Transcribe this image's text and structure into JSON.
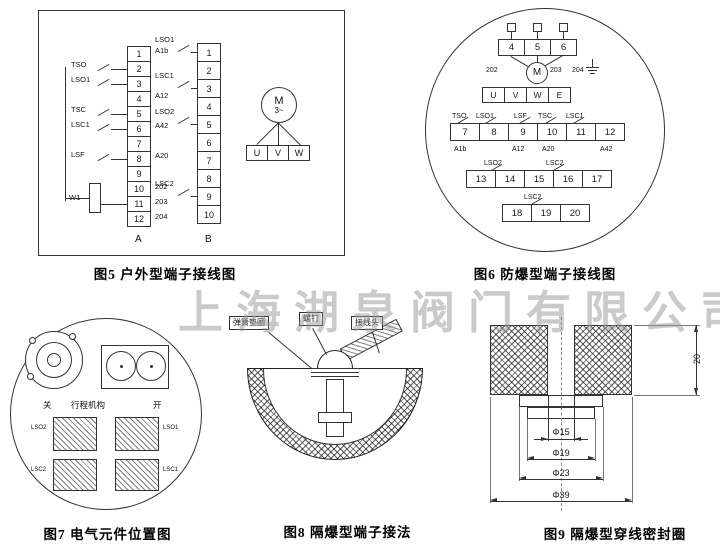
{
  "watermark": "上海湖泉阀门有限公司",
  "fig5": {
    "caption": "图5  户外型端子接线图",
    "colA_terminals": [
      "1",
      "2",
      "3",
      "4",
      "5",
      "6",
      "7",
      "8",
      "9",
      "10",
      "11",
      "12"
    ],
    "colB_terminals": [
      "1",
      "2",
      "3",
      "4",
      "5",
      "6",
      "7",
      "8",
      "9",
      "10"
    ],
    "colA_label": "A",
    "colB_label": "B",
    "labels": {
      "a1b": "A1b",
      "a12": "A12",
      "a42": "A42",
      "a20": "A20",
      "w202": "202",
      "w203": "203",
      "w204": "204"
    },
    "switchesA": {
      "tso": "TSO",
      "lso1": "LSO1",
      "tsc": "TSC",
      "lsc1": "LSC1",
      "lsf": "LSF",
      "w1": "W1"
    },
    "switchesB": {
      "s1": "LSO1",
      "s2": "LSC1",
      "s3": "LSO2",
      "s4": "LSC2"
    },
    "motor": {
      "m": "M",
      "phase": "3~"
    },
    "phases": [
      "U",
      "V",
      "W"
    ]
  },
  "fig6": {
    "caption": "图6  防爆型端子接线图",
    "top_terminals": [
      "4",
      "5",
      "6"
    ],
    "motor": "M",
    "wires": {
      "w202": "202",
      "w203": "203",
      "w204": "204"
    },
    "uvwe": [
      "U",
      "V",
      "W",
      "E"
    ],
    "row1_switches": {
      "tso": "TSO",
      "lso1": "LSO1",
      "lsf": "LSF",
      "tsc": "TSC",
      "lsc1": "LSC1"
    },
    "row1_terminals": [
      "7",
      "8",
      "9",
      "10",
      "11",
      "12"
    ],
    "sublabels": {
      "a1b": "A1b",
      "a12": "A12",
      "a20": "A20",
      "a42": "A42"
    },
    "row2_switches": {
      "lso2": "LSO2",
      "lsc2": "LSC2"
    },
    "row2_terminals": [
      "13",
      "14",
      "15",
      "16",
      "17"
    ],
    "row3_switch": "LSC2",
    "row3_terminals": [
      "18",
      "19",
      "20"
    ]
  },
  "fig7": {
    "caption": "图7  电气元件位置图",
    "close": "关",
    "mechanism": "行程机构",
    "open": "开",
    "side_labels": {
      "l1": "LSO2",
      "l2": "LSC2",
      "r1": "LSO1",
      "r2": "LSC1"
    }
  },
  "fig8": {
    "caption": "图8  隔爆型端子接法",
    "labels": {
      "spring_washer": "弹簧垫圈",
      "screw": "螺钉",
      "terminal": "接线头"
    }
  },
  "fig9": {
    "caption": "图9  隔爆型穿线密封圈",
    "dims": {
      "d15": "Φ15",
      "d19": "Φ19",
      "d23": "Φ23",
      "d39": "Φ39",
      "h20": "20"
    }
  }
}
